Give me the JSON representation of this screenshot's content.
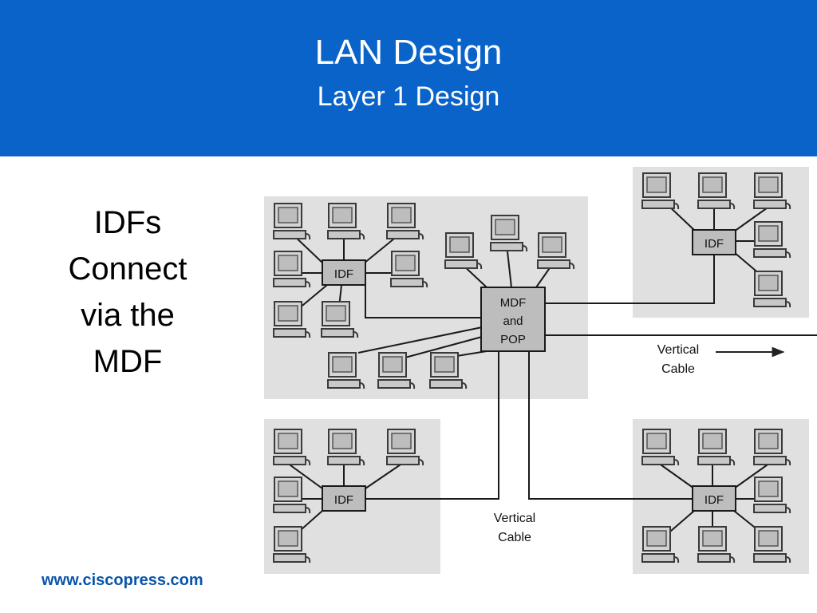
{
  "header": {
    "title": "LAN Design",
    "subtitle": "Layer 1 Design",
    "background_color": "#0a63c9"
  },
  "side_text": [
    "IDFs",
    "Connect",
    "via the",
    "MDF"
  ],
  "footer": {
    "url": "www.ciscopress.com"
  },
  "diagram": {
    "mdf_label": [
      "MDF",
      "and",
      "POP"
    ],
    "idf_label": "IDF",
    "vertical_cable_right": [
      "Vertical",
      "Cable"
    ],
    "vertical_cable_bottom": [
      "Vertical",
      "Cable"
    ],
    "icon": "workstation-icon"
  }
}
